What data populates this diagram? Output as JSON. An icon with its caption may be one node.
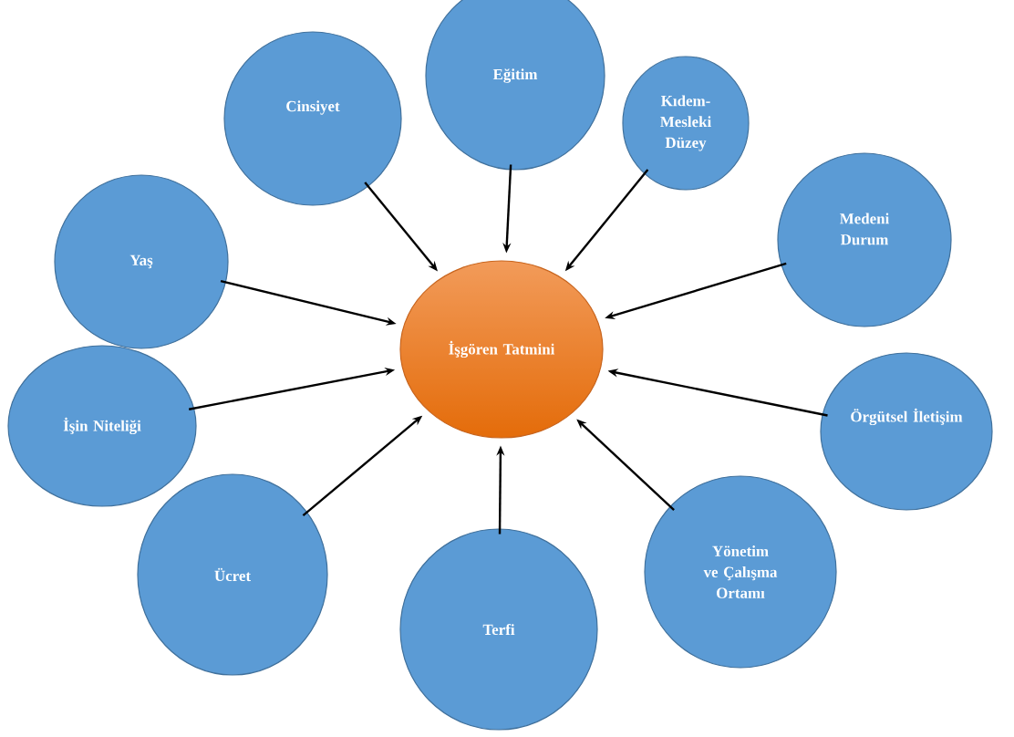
{
  "diagram": {
    "nodes": [
      {
        "text": [
          "Eğitim"
        ]
      },
      {
        "text": [
          "Cinsiyet"
        ]
      },
      {
        "text": [
          "Kıdem-Mesleki Düzey"
        ]
      },
      {
        "text": [
          "Medeni Durum"
        ]
      },
      {
        "text": [
          "Yaş"
        ]
      },
      {
        "text": [
          "İşgören Tatmini"
        ]
      },
      {
        "text": [
          "İşin Niteliği"
        ]
      },
      {
        "text": [
          "Örgütsel İletişim"
        ]
      },
      {
        "text": [
          "Yönetim ve Çalışma Ortamı"
        ]
      },
      {
        "text": [
          "Ücret"
        ]
      },
      {
        "text": [
          "Terfi"
        ]
      }
    ],
    "edges": [
      {
        "from": 0,
        "to": 5,
        "arrow": "to"
      },
      {
        "from": 1,
        "to": 5,
        "arrow": "to"
      },
      {
        "from": 2,
        "to": 5,
        "arrow": "to"
      },
      {
        "from": 3,
        "to": 5,
        "arrow": "to"
      },
      {
        "from": 4,
        "to": 5,
        "arrow": "to"
      },
      {
        "from": 6,
        "to": 5,
        "arrow": "to"
      },
      {
        "from": 7,
        "to": 5,
        "arrow": "to"
      },
      {
        "from": 8,
        "to": 5,
        "arrow": "to"
      },
      {
        "from": 9,
        "to": 5,
        "arrow": "to"
      },
      {
        "from": 10,
        "to": 5,
        "arrow": "to"
      }
    ]
  }
}
